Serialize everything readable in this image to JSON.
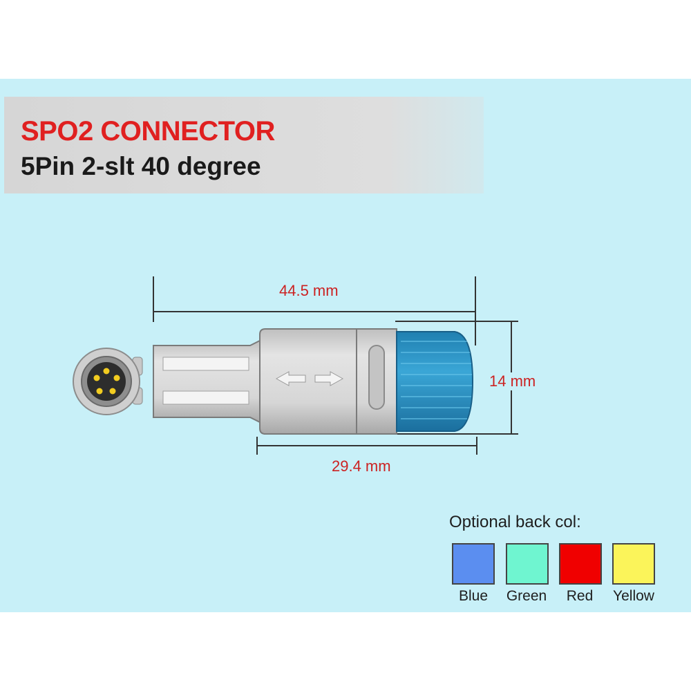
{
  "title": "SPO2 CONNECTOR",
  "subtitle": "5Pin 2-slt 40 degree",
  "dimensions": {
    "total_length": "44.5 mm",
    "diameter": "14 mm",
    "body_length": "29.4 mm"
  },
  "legend": {
    "title": "Optional back col:",
    "options": [
      {
        "label": "Blue",
        "color": "#5b8ef0"
      },
      {
        "label": "Green",
        "color": "#6ff5d0"
      },
      {
        "label": "Red",
        "color": "#f00000"
      },
      {
        "label": "Yellow",
        "color": "#fbf45a"
      }
    ]
  },
  "colors": {
    "background": "#c8f0f8",
    "housing": "#d5d5d5",
    "cap": "#2f97c8",
    "pins": "#f2cc20",
    "dimension_text": "#cc2222"
  }
}
